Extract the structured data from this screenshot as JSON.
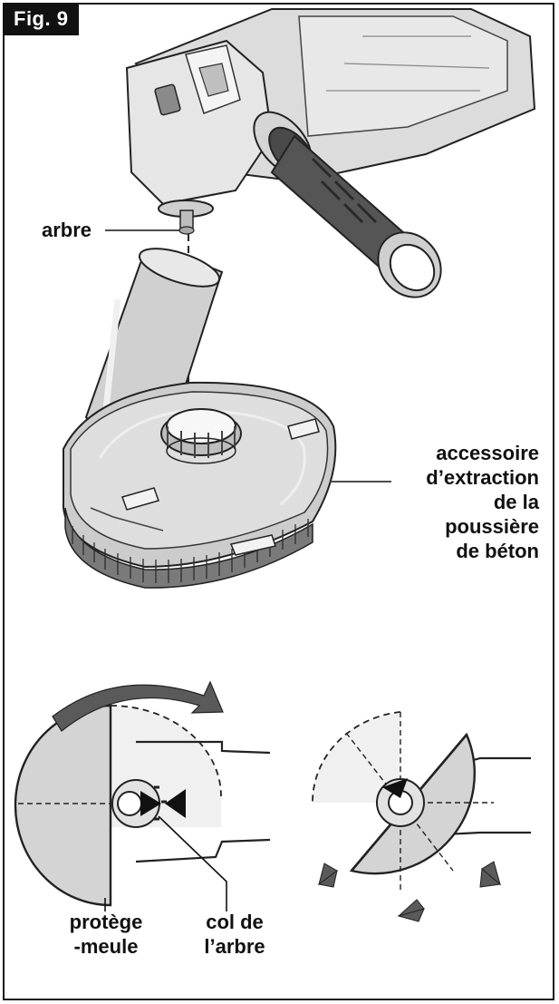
{
  "figure": {
    "label": "Fig. 9"
  },
  "callouts": {
    "arbre": "arbre",
    "accessoire": {
      "line1": "accessoire",
      "line2": "d’extraction",
      "line3": "de la poussière",
      "line4": "de béton"
    },
    "protege": {
      "line1": "protège",
      "line2": "-meule"
    },
    "col": {
      "line1": "col de",
      "line2": "l’arbre"
    }
  },
  "colors": {
    "ink": "#111111",
    "tool-body": "#d8d8d8",
    "tool-dark": "#555555",
    "guard-gray": "#cfcfcf",
    "guard-light": "#eeeeee",
    "arrow-gray": "#666666"
  },
  "icons": {
    "rotate-arrow": "curved-arrow-clockwise",
    "push-arrows": "directional-arrows"
  }
}
